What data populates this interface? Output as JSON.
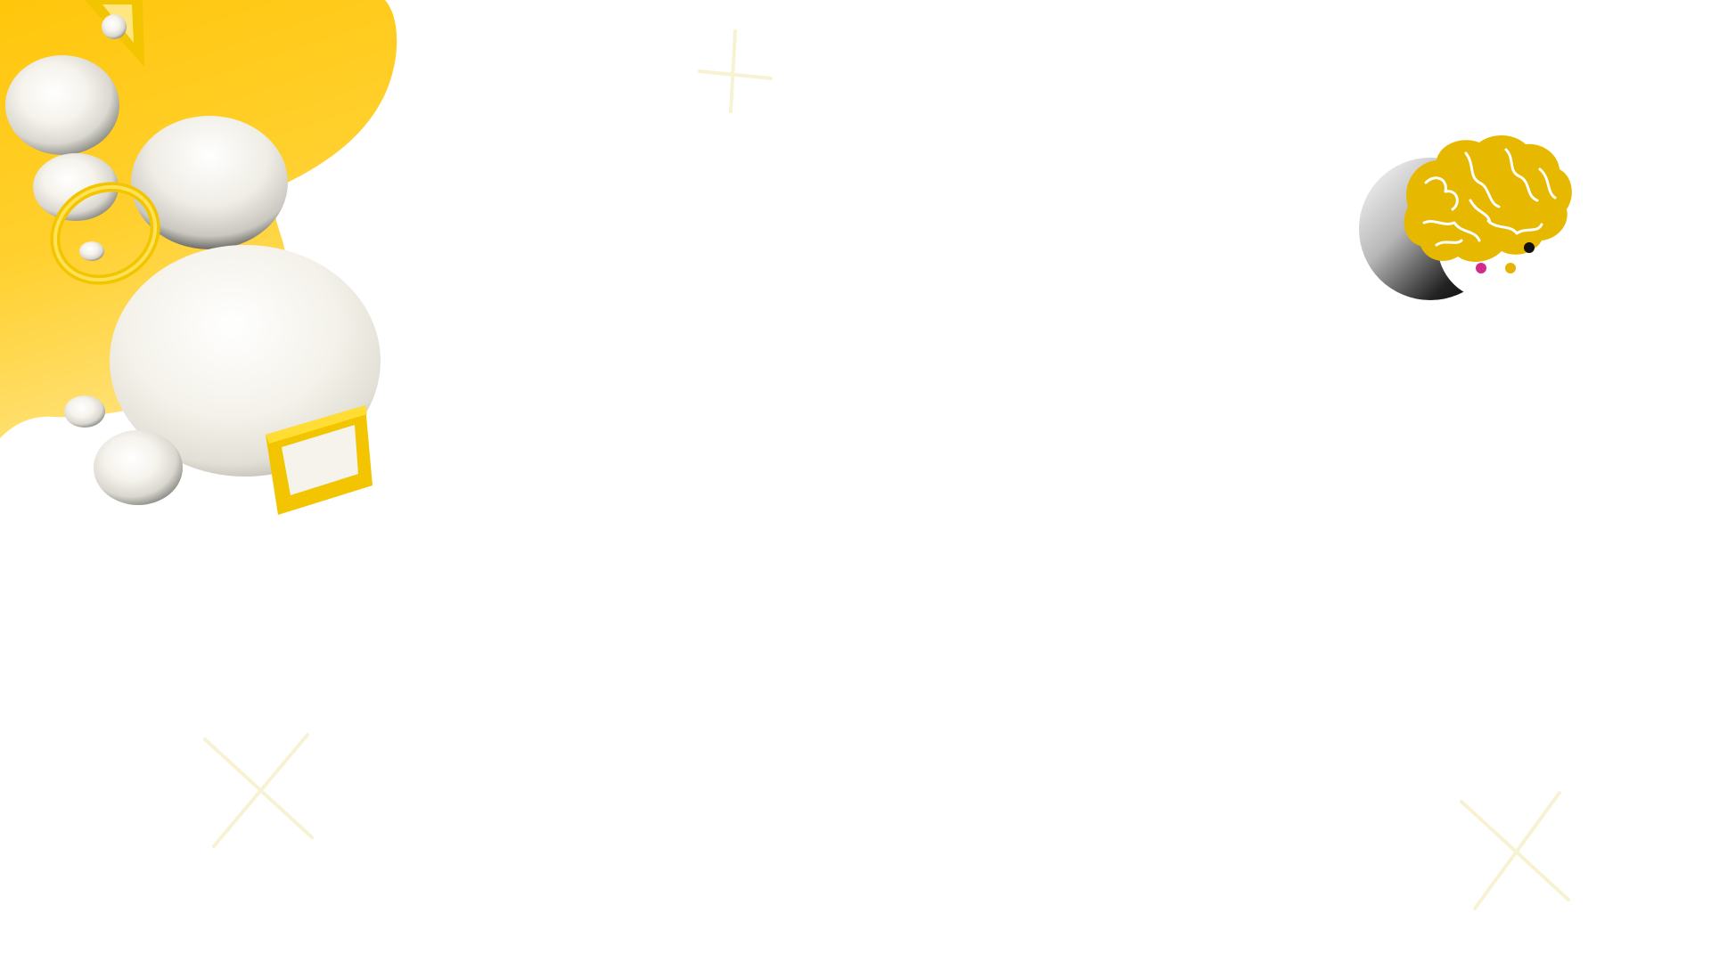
{
  "scene": {
    "background_color": "#ffffff",
    "accent_colors": {
      "blob_yellow": "#ffc60b",
      "blob_yellow_light": "#ffe27a",
      "ring_yellow": "#f7d10a",
      "brain_yellow": "#e6b800",
      "sphere_white": "#f7f5ee",
      "sphere_shadow": "#7f7f78",
      "dot_magenta": "#d42a8c",
      "dot_gold": "#e6b400",
      "dot_black": "#111111",
      "cross_faint": "#f6f0c8"
    },
    "elements": {
      "blob": "yellow-blob-shape",
      "spheres": "white-sphere-shape",
      "ring": "yellow-ring-shape",
      "frame": "yellow-square-frame-shape",
      "triangle": "yellow-triangle-frame-shape",
      "crosses": "faint-cross-shape",
      "logo": "brain-icon"
    }
  }
}
